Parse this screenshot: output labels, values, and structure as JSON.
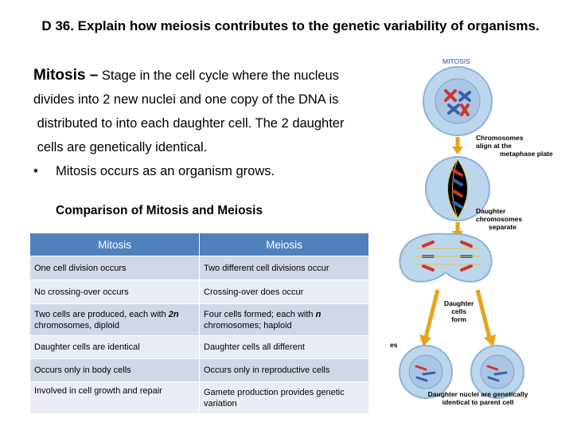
{
  "slide": {
    "title": "D 36. Explain how meiosis contributes to the genetic variability of organisms.",
    "mitosis_head": "Mitosis –",
    "mitosis_def_1": " Stage in the cell cycle where the nucleus",
    "mitosis_def_2": "divides into 2 new nuclei and one copy of the DNA is",
    "mitosis_def_3": " distributed to into each daughter cell. The 2 daughter",
    "mitosis_def_4": " cells are genetically identical.",
    "bullet_char": "•",
    "bullet_text": "Mitosis occurs as an organism grows.",
    "table_title": "Comparison of Mitosis and Meiosis"
  },
  "table": {
    "headers": [
      "Mitosis",
      "Meiosis"
    ],
    "rows": [
      {
        "a": "One cell division occurs",
        "b": "Two different cell divisions occur"
      },
      {
        "a": "No crossing-over occurs",
        "b": "Crossing-over does occur"
      },
      {
        "a_pre": "Two cells are produced, each with ",
        "a_em": "2n",
        "a_post": " chromosomes, diploid",
        "b_pre": "Four cells formed; each with ",
        "b_em": "n",
        "b_post": " chromosomes; haploid"
      },
      {
        "a": "Daughter cells are identical",
        "b": "Daughter cells all different"
      },
      {
        "a": "Occurs only in body cells",
        "b": "Occurs only in reproductive cells"
      },
      {
        "a": "Involved in cell growth and repair",
        "b": "Gamete production provides genetic variation"
      }
    ]
  },
  "figure": {
    "label_top": "MITOSIS",
    "label_metaphase_1": "Chromosomes",
    "label_metaphase_2": "align at the",
    "label_metaphase_3": "metaphase plate",
    "label_anaphase_1": "Daughter",
    "label_anaphase_2": "chromosomes",
    "label_anaphase_3": "separate",
    "label_form_1": "Daughter",
    "label_form_2": "cells",
    "label_form_3": "form",
    "label_edge": "es",
    "label_bottom_1": "Daughter nuclei are genetically",
    "label_bottom_2": "identical to parent cell",
    "colors": {
      "cell_fill": "#bcd6ec",
      "nucleus_fill": "#a9c5e4",
      "arrow": "#e8a317",
      "chrom_red": "#d0342c",
      "chrom_blue": "#3a5fa8",
      "label_blue": "#2b4f9c"
    }
  }
}
